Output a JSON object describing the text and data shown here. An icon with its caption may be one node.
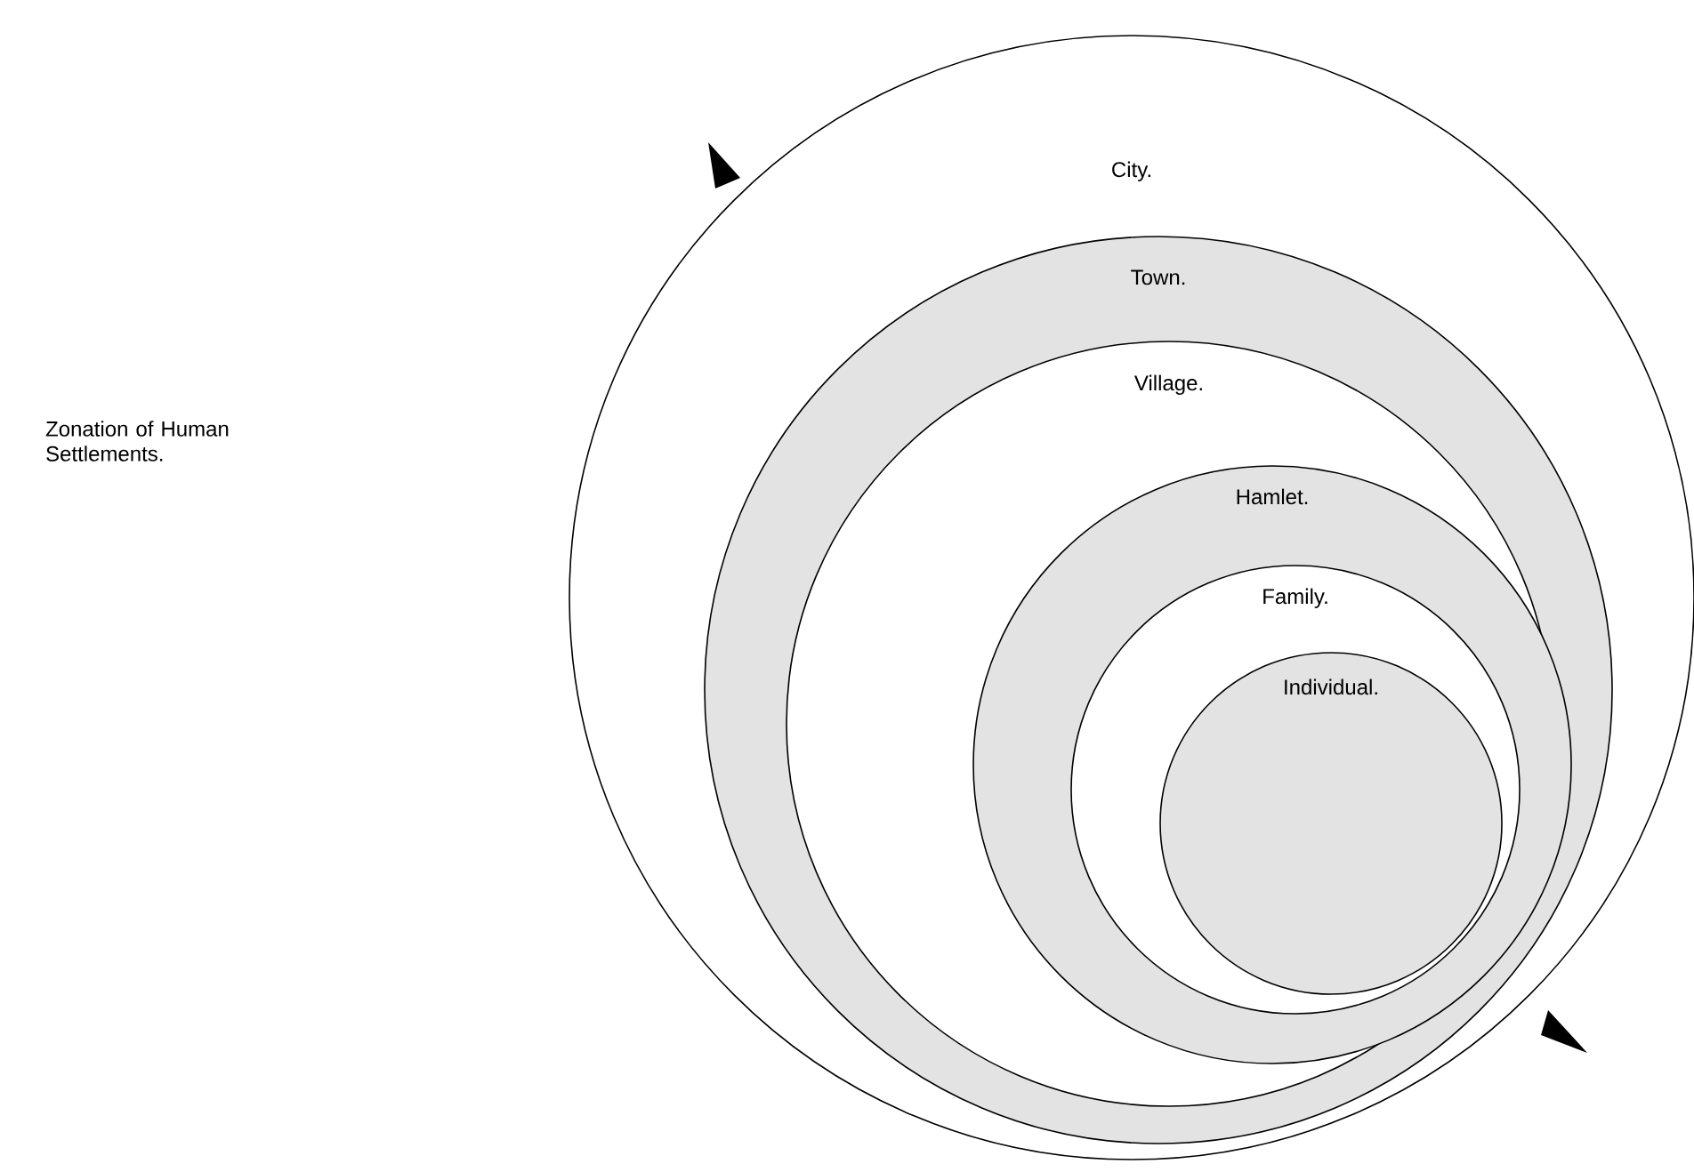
{
  "diagram": {
    "title": "Zonation of Human Settlements.",
    "nodes": [
      {
        "text": [
          "City."
        ]
      },
      {
        "text": [
          "Town."
        ],
        "in": 0
      },
      {
        "text": [
          "Village."
        ],
        "in": 1
      },
      {
        "text": [
          "Hamlet."
        ],
        "in": 2
      },
      {
        "text": [
          "Family."
        ],
        "in": 3
      },
      {
        "text": [
          "Individual."
        ],
        "in": 4
      }
    ]
  }
}
